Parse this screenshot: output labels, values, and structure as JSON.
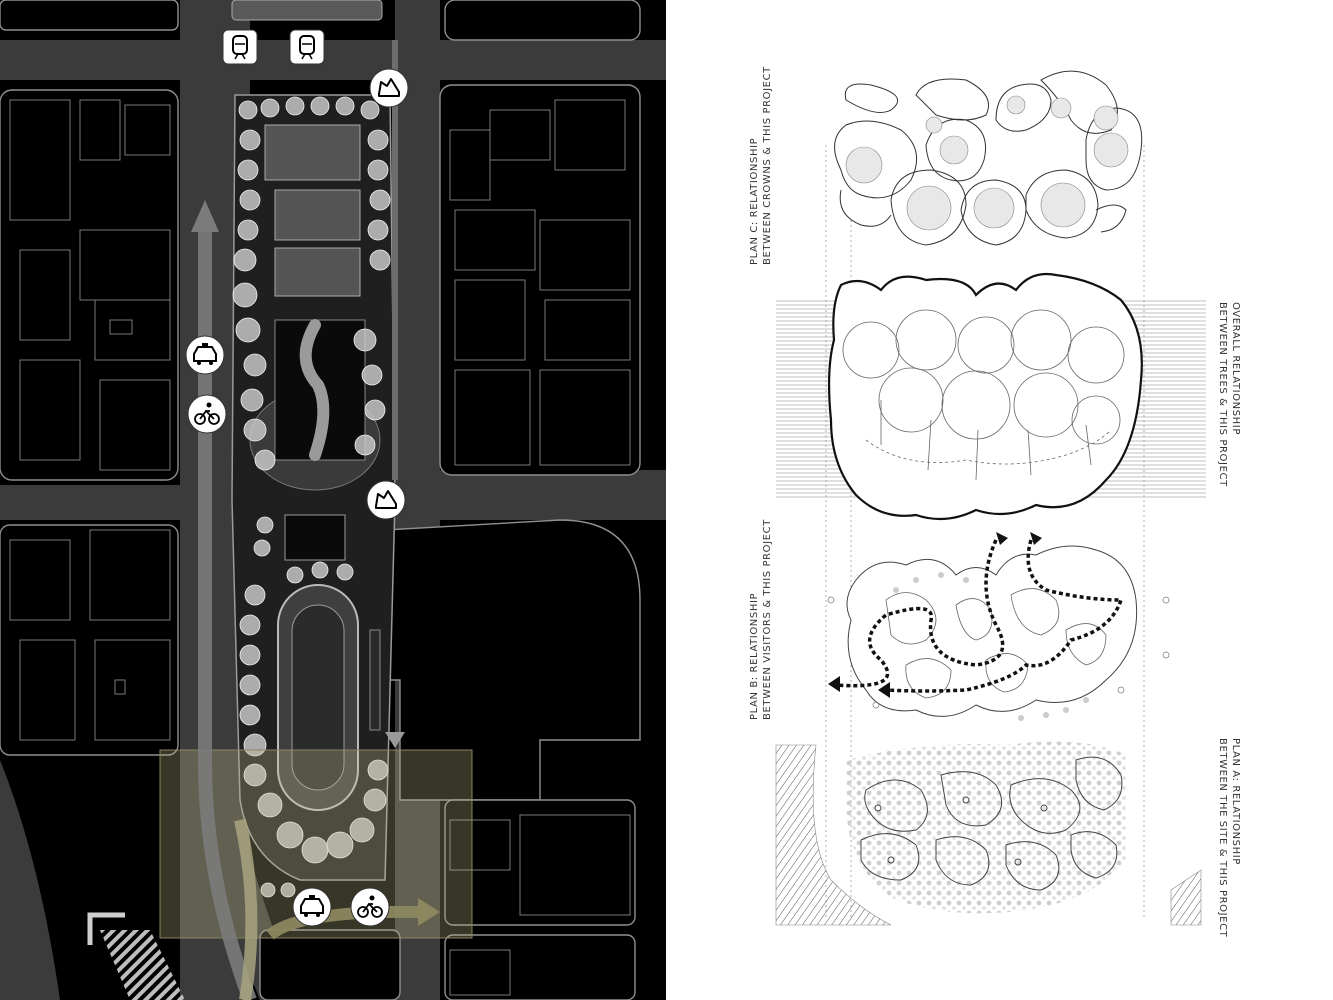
{
  "map": {
    "colors": {
      "background": "#000000",
      "road": "#3a3a3a",
      "block_outline": "#9a9a9a",
      "park": "#4a4a4a",
      "highlight": "#c8c28a",
      "tree": "#d8d8d8"
    },
    "icons": [
      {
        "name": "train-icon",
        "kind": "train"
      },
      {
        "name": "train-icon-2",
        "kind": "train"
      },
      {
        "name": "pedestrian-icon-north",
        "kind": "shoe"
      },
      {
        "name": "taxi-icon-west",
        "kind": "car"
      },
      {
        "name": "bicycle-icon-west",
        "kind": "bike"
      },
      {
        "name": "pedestrian-icon-middle",
        "kind": "shoe"
      },
      {
        "name": "taxi-icon-south",
        "kind": "car"
      },
      {
        "name": "bicycle-icon-south",
        "kind": "bike"
      }
    ]
  },
  "diagrams": {
    "plan_c": {
      "line1": "PLAN C: RELATIONSHIP",
      "line2": "BETWEEN CROWNS & THIS PROJECT"
    },
    "overall": {
      "line1": "OVERALL RELATIONSHIP",
      "line2": "BETWEEN TREES & THIS PROJECT"
    },
    "plan_b": {
      "line1": "PLAN B: RELATIONSHIP",
      "line2": "BETWEEN VISITORS & THIS PROJECT"
    },
    "plan_a": {
      "line1": "PLAN A: RELATIONSHIP",
      "line2": "BETWEEN THE SITE & THIS PROJECT"
    }
  }
}
